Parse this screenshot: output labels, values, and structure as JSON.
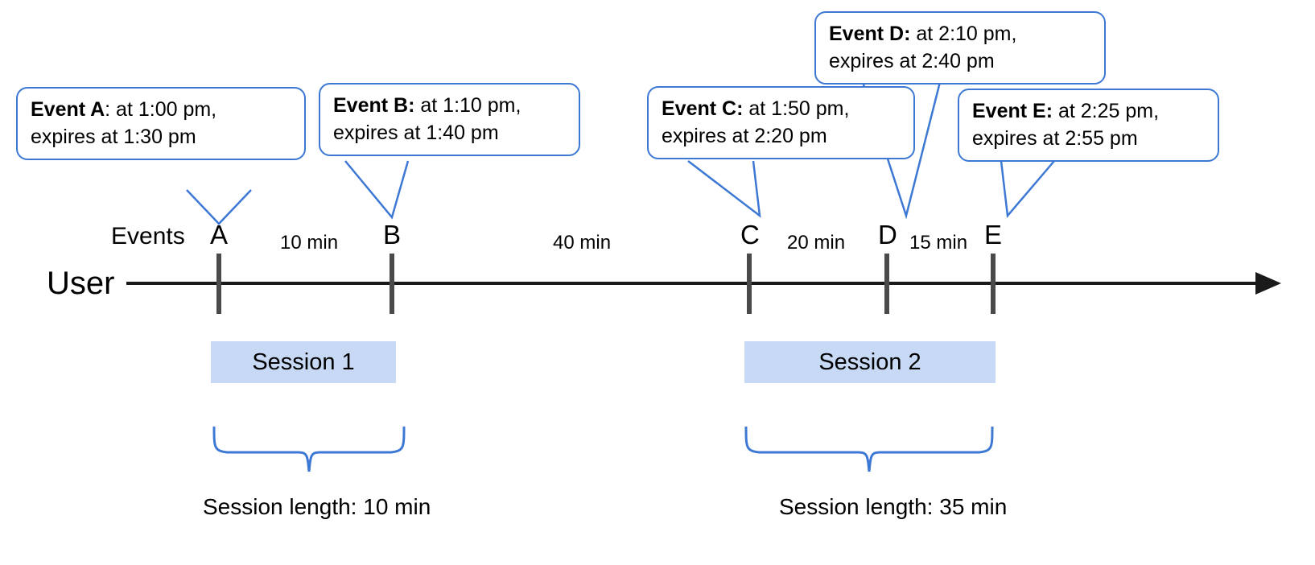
{
  "diagram": {
    "title_hidden": "",
    "lane_label": "User",
    "events_row_label": "Events",
    "accent_color": "#3d79d4",
    "session_fill": "#c7d9f5",
    "axis_color": "#1a1a1a"
  },
  "callouts": [
    {
      "id": "A",
      "name": "Event A",
      "sep": ":",
      "line1": " at 1:00 pm,",
      "line2": "expires at 1:30 pm"
    },
    {
      "id": "B",
      "name": "Event B",
      "sep": ":",
      "line1": " at 1:10 pm,",
      "line2": "expires at 1:40 pm"
    },
    {
      "id": "C",
      "name": "Event C",
      "sep": ":",
      "line1": " at 1:50 pm,",
      "line2": "expires at 2:20 pm"
    },
    {
      "id": "D",
      "name": "Event D",
      "sep": ":",
      "line1": " at 2:10 pm,",
      "line2": "expires at 2:40 pm"
    },
    {
      "id": "E",
      "name": "Event E",
      "sep": ":",
      "line1": " at 2:25 pm,",
      "line2": "expires at 2:55 pm"
    }
  ],
  "markers": [
    {
      "label": "A"
    },
    {
      "label": "B"
    },
    {
      "label": "C"
    },
    {
      "label": "D"
    },
    {
      "label": "E"
    }
  ],
  "gaps": [
    {
      "label": "10 min"
    },
    {
      "label": "40 min"
    },
    {
      "label": "20 min"
    },
    {
      "label": "15 min"
    }
  ],
  "sessions": [
    {
      "label": "Session 1",
      "caption": "Session length: 10 min"
    },
    {
      "label": "Session 2",
      "caption": "Session length: 35 min"
    }
  ]
}
